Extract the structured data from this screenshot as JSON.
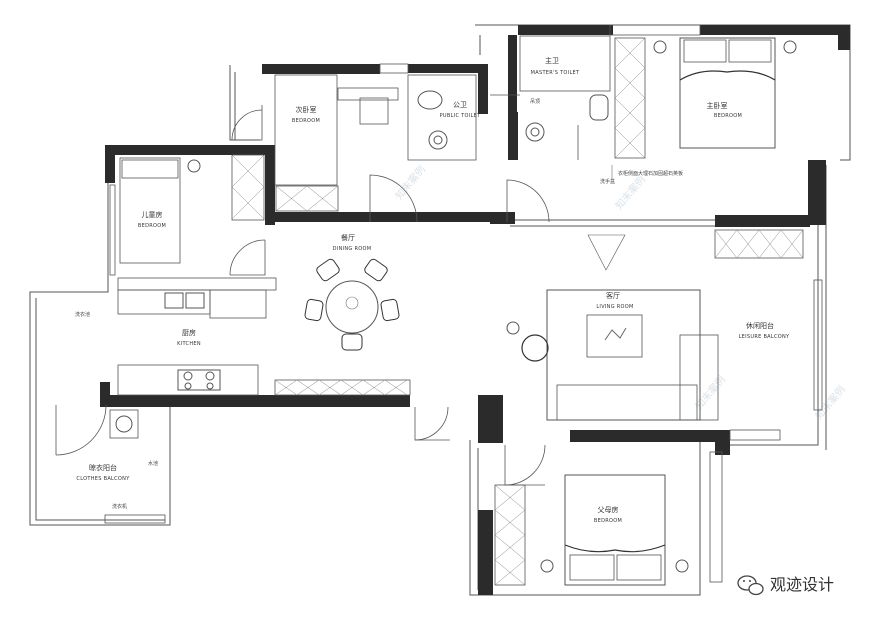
{
  "rooms": {
    "master_toilet": {
      "cn": "主卫",
      "en": "MASTER'S TOILET"
    },
    "master_bedroom": {
      "cn": "主卧室",
      "en": "BEDROOM"
    },
    "second_bedroom": {
      "cn": "次卧室",
      "en": "BEDROOM"
    },
    "public_toilet": {
      "cn": "公卫",
      "en": "PUBLIC TOILET"
    },
    "child_bedroom": {
      "cn": "儿童房",
      "en": "BEDROOM"
    },
    "dining": {
      "cn": "餐厅",
      "en": "DINING ROOM"
    },
    "kitchen": {
      "cn": "厨房",
      "en": "KITCHEN"
    },
    "living": {
      "cn": "客厅",
      "en": "LIVING ROOM"
    },
    "leisure_balcony": {
      "cn": "休闲阳台",
      "en": "LEISURE BALCONY"
    },
    "clothes_balcony": {
      "cn": "晾衣阳台",
      "en": "CLOTHES BALCONY"
    },
    "parents_bedroom": {
      "cn": "父母房",
      "en": "BEDROOM"
    }
  },
  "notes": {
    "wardrobe_note": "衣柜侧面大理石加固超石英板",
    "wash_basin": "洗手盆",
    "ceiling_note": "吊顶",
    "appliance_note": "洗衣机",
    "laundry_sink": "洗衣池",
    "pool_note": "水池"
  },
  "logo": {
    "text": "观迹设计",
    "icon": "wechat-icon"
  },
  "watermark": "知末案例",
  "colors": {
    "wall": "#2b2b2b",
    "line": "#555555",
    "fill": "#ffffff"
  }
}
